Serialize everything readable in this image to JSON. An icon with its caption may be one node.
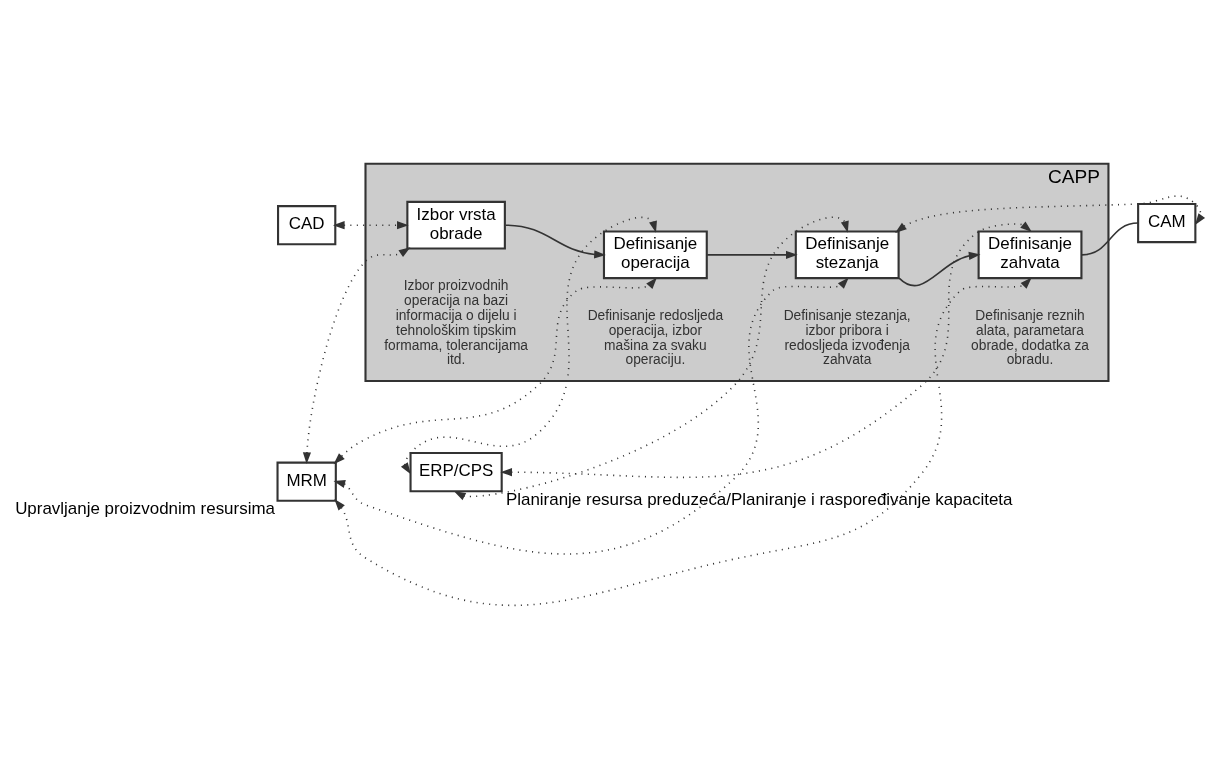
{
  "diagram": {
    "nodes": [
      {
        "text": [
          "CAD"
        ]
      },
      {
        "text": [
          "ERP/CPS"
        ],
        "beside": [
          "Planiranje resursa preduzeća/Planiranje i raspoređivanje kapaciteta"
        ]
      },
      {
        "text": [
          "CAPP"
        ]
      },
      {
        "text": [
          "Izbor vrsta obrade"
        ],
        "in": 2
      },
      {
        "text": [
          "Definisanje operacija"
        ],
        "in": 2
      },
      {
        "text": [
          "Definisanje stezanja"
        ],
        "in": 2
      },
      {
        "text": [
          "Definisanje zahvata"
        ],
        "in": 2
      },
      {
        "text": [
          "CAM"
        ]
      },
      {
        "text": [
          "MRM"
        ],
        "beside": [
          "Upravljanje proizvodnim resursima"
        ]
      }
    ],
    "edges": [
      {
        "from": 0,
        "to": 3,
        "arrow": "both",
        "style": "dashed"
      },
      {
        "from": 8,
        "to": 3,
        "arrow": "both",
        "style": "dashed"
      },
      {
        "from": 1,
        "to": 4,
        "arrow": "both",
        "style": "dashed"
      },
      {
        "from": 1,
        "to": 5,
        "arrow": "both",
        "style": "dashed"
      },
      {
        "from": 1,
        "to": 6,
        "arrow": "both",
        "style": "dashed"
      },
      {
        "from": 8,
        "to": 4,
        "arrow": "both",
        "style": "dashed"
      },
      {
        "from": 8,
        "to": 5,
        "arrow": "both",
        "style": "dashed"
      },
      {
        "from": 8,
        "to": 6,
        "arrow": "both",
        "style": "dashed"
      },
      {
        "from": 5,
        "to": 7,
        "arrow": "both",
        "style": "dashed"
      },
      {
        "from": 3,
        "to": 4,
        "arrow": "to"
      },
      {
        "from": 4,
        "to": 5,
        "arrow": "to"
      },
      {
        "from": 5,
        "to": 6,
        "arrow": "to"
      },
      {
        "from": 6,
        "to": 7,
        "arrow": "none"
      }
    ],
    "labels": [
      "Definisanje stezanja, izbor pribora i redosljeda izvođenja zahvata",
      "Izbor proizvodnih operacija na bazi informacija o dijelu i tehnološkim tipskim formama, tolerancijama itd.",
      "Definisanje reznih alata, parametara obrade, dodatka za obradu.",
      "Definisanje redosljeda operacija, izbor mašina za svaku operaciju."
    ]
  }
}
